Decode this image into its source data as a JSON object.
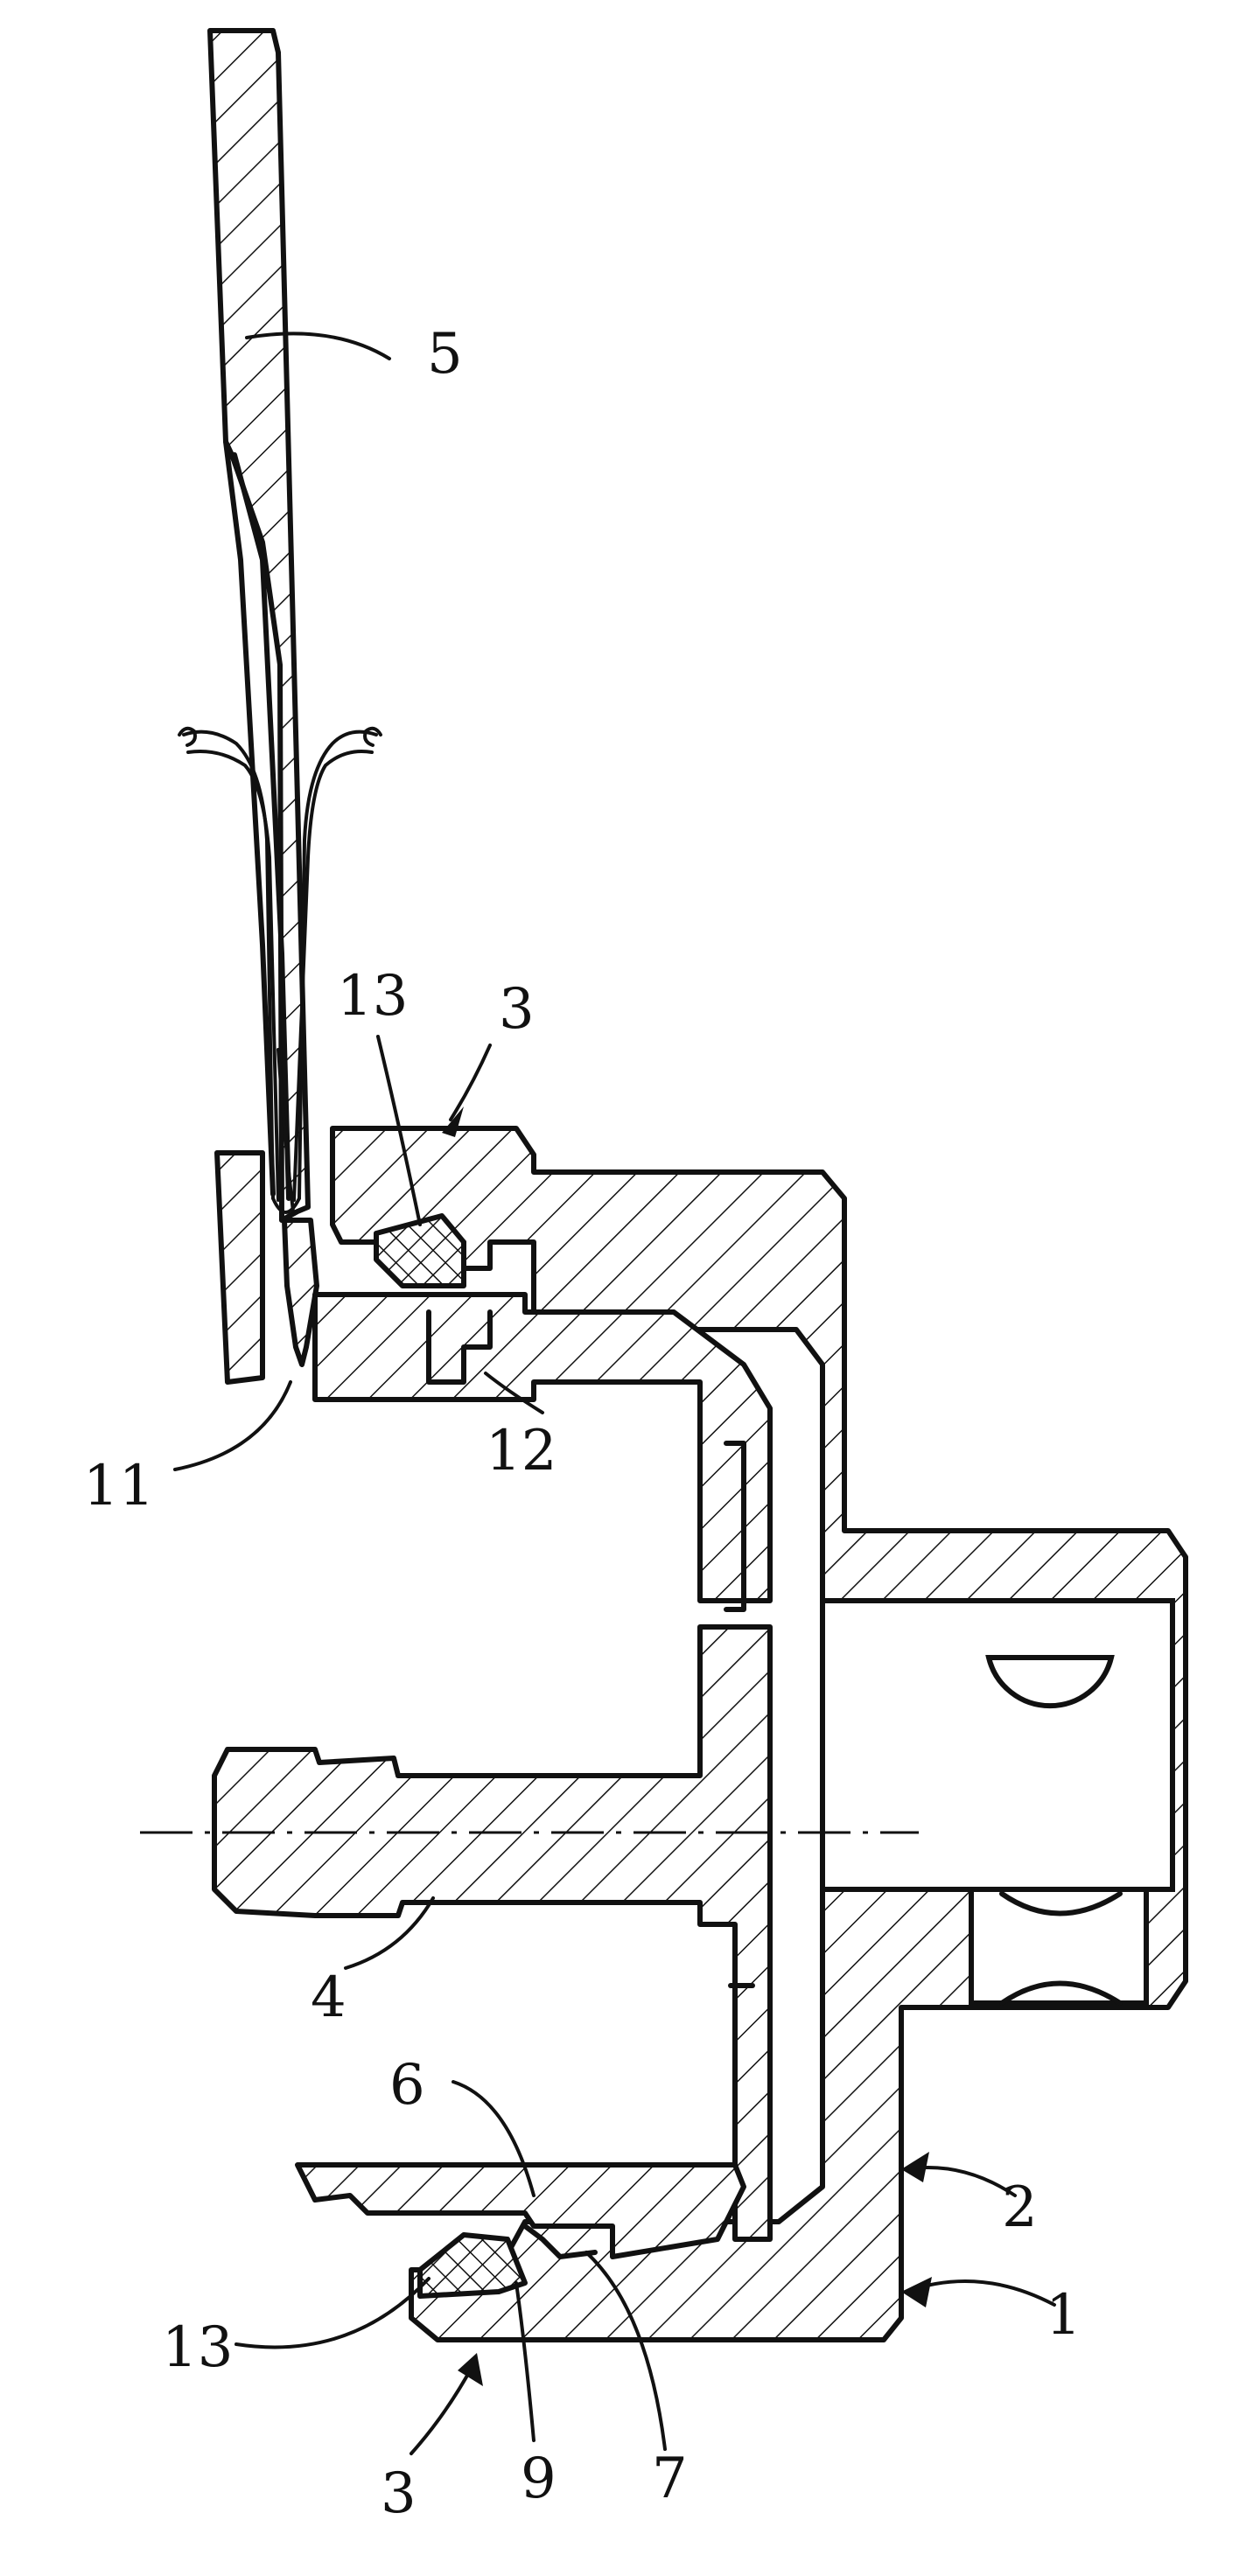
{
  "figure": {
    "reference_numerals": {
      "n1": "1",
      "n2": "2",
      "n3_top": "3",
      "n3_bottom": "3",
      "n4": "4",
      "n5": "5",
      "n6": "6",
      "n7": "7",
      "n9": "9",
      "n11": "11",
      "n12": "12",
      "n13_top": "13",
      "n13_bottom": "13"
    }
  }
}
